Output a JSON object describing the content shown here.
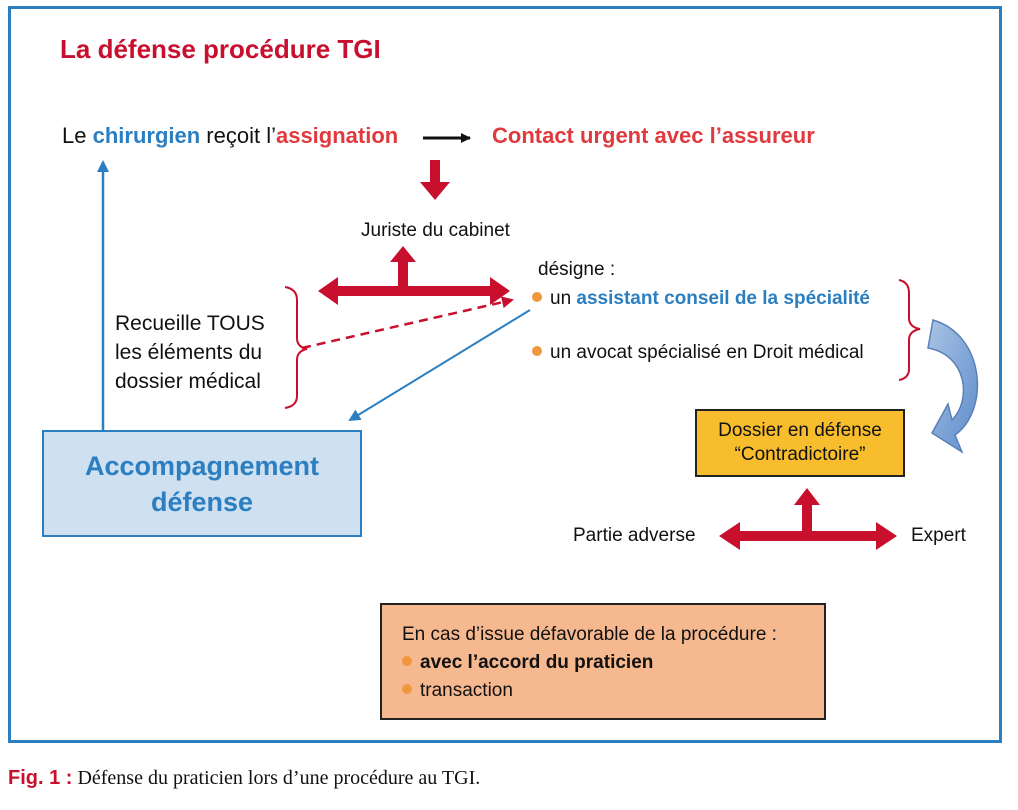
{
  "title": "La défense procédure TGI",
  "line1": {
    "le": "Le ",
    "chirurgien": "chirurgien",
    "recoit": " reçoit l’",
    "assignation": "assignation"
  },
  "contact": "Contact urgent avec l’assureur",
  "juriste": "Juriste du cabinet",
  "designe": "désigne :",
  "assist": {
    "prefix": "un ",
    "highlight": "assistant conseil de la spécialité"
  },
  "avocat": "un avocat spécialisé en Droit médical",
  "recueille": "Recueille TOUS les éléments du dossier médical",
  "accompagnement": [
    "Accompagnement",
    "défense"
  ],
  "dossier": [
    "Dossier en défense",
    "“Contradictoire”"
  ],
  "partie_adverse": "Partie adverse",
  "expert": "Expert",
  "issue": {
    "heading": "En cas d’issue défavorable de la procédure :",
    "items": [
      "avec l’accord du praticien",
      "transaction"
    ]
  },
  "caption": {
    "label": "Fig. 1 :",
    "text": " Défense du praticien lors d’une procédure au TGI."
  },
  "colors": {
    "frame": "#2b7fc1",
    "title_red": "#c8102e",
    "arrow_red": "#c8102e",
    "accent_blue": "#2b7fc1",
    "bullet_orange": "#f0963c",
    "dossier_fill": "#f8bd2c",
    "issue_fill": "#f6b88f",
    "accomp_fill": "#cfe0f1"
  }
}
